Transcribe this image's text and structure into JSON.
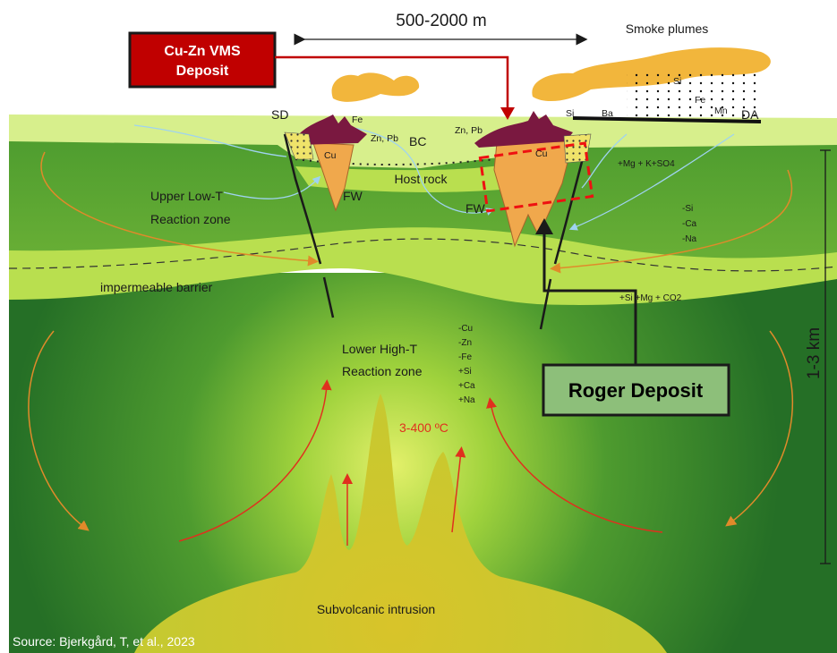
{
  "scale_label": "500-2000 m",
  "depth_label": "1-3 km",
  "vms_callout": {
    "line1": "Cu-Zn VMS",
    "line2": "Deposit"
  },
  "roger_callout": "Roger Deposit",
  "smoke_plumes": "Smoke plumes",
  "seafloor_labels": {
    "sd": "SD",
    "da": "DA",
    "bc": "BC",
    "fe": "Fe",
    "zn_pb_left": "Zn, Pb",
    "zn_pb_right": "Zn, Pb",
    "si_left": "Si",
    "ba": "Ba",
    "cu_left": "Cu",
    "cu_right": "Cu",
    "plume_si": "Si",
    "plume_fe": "Fe",
    "plume_mn": "Mn"
  },
  "zones": {
    "host_rock": "Host rock",
    "upper_line1": "Upper Low-T",
    "upper_line2": "Reaction zone",
    "barrier": "impermeable barrier",
    "lower_line1": "Lower High-T",
    "lower_line2": "Reaction zone",
    "fw_left": "FW",
    "fw_right": "FW",
    "intrusion": "Subvolcanic intrusion",
    "temperature": "3-400 ºC"
  },
  "chemistry": {
    "upper_right": "+Mg + K+SO4",
    "upper_loss": [
      "-Si",
      "-Ca",
      "-Na"
    ],
    "barrier_gain": "+Si +Mg + CO2",
    "lower": [
      "-Cu",
      "-Zn",
      "-Fe",
      "+Si",
      "+Ca",
      "+Na"
    ]
  },
  "source": "Source:  Bjerkgård, T, et al., 2023",
  "colors": {
    "deep_green": "#2a7a2a",
    "upper_green": "#5aa332",
    "barrier_green": "#b9df4f",
    "seafloor_green": "#d7ef8c",
    "intrusion_yellow": "#c9c021",
    "ore_orange": "#f0a84c",
    "massive_sulfide": "#7a1840",
    "callout_red": "#c00000",
    "callout_green": "#8dbf7a",
    "arrow_red": "#e0301e"
  }
}
